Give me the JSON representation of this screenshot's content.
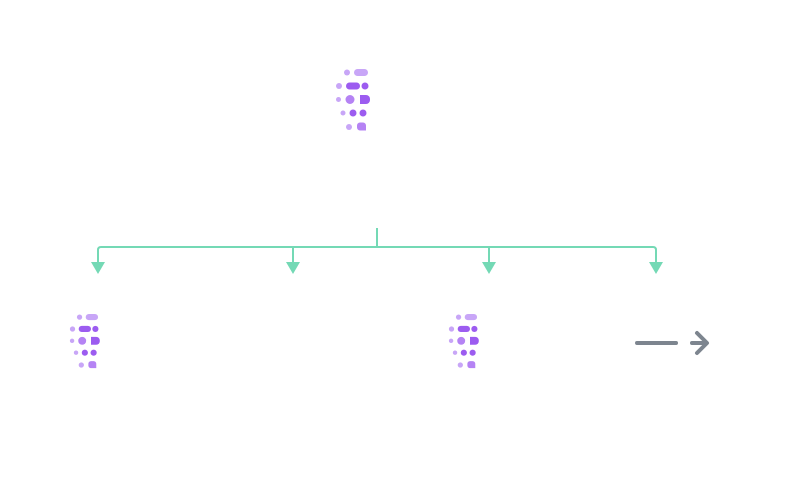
{
  "diagram": {
    "type": "tree",
    "colors": {
      "connector": "#74d9b5",
      "icon_dark": "#9c5cf0",
      "icon_mid": "#b583f4",
      "icon_light": "#c8a6f7",
      "arrow": "#7d858f"
    },
    "root": {
      "name": "root-node",
      "icon": "dot-matrix-logo-icon"
    },
    "children": [
      {
        "name": "child-1",
        "icon": "dot-matrix-logo-icon"
      },
      {
        "name": "child-2",
        "icon": ""
      },
      {
        "name": "child-3",
        "icon": "dot-matrix-logo-icon"
      },
      {
        "name": "child-4",
        "icon": "arrow-right-icon"
      }
    ]
  }
}
